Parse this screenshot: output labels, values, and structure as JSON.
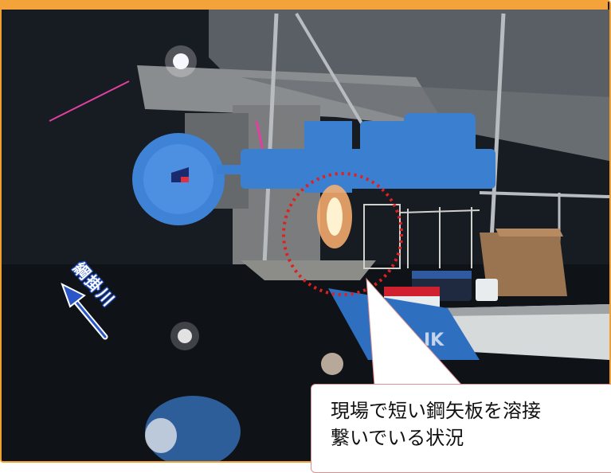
{
  "photo": {
    "river_label": "綱掛川",
    "callout_line1": "現場で短い鋼矢板を溶接",
    "callout_line2": "繋いでいる状況",
    "colors": {
      "frame": "#f0a030",
      "highlight_ring": "#e02020",
      "machine": "#3a7fd0",
      "river_label_outline": "#2a56c8",
      "arrow": "#2a56c8"
    }
  }
}
